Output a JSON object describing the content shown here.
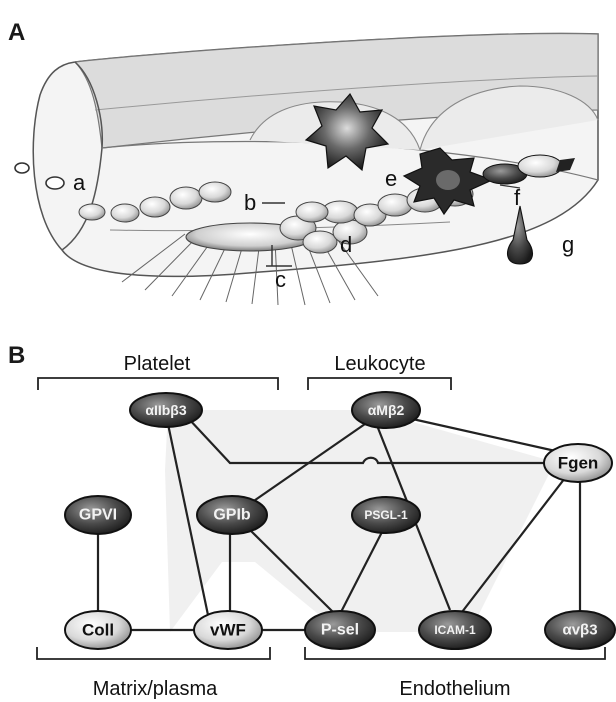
{
  "panel_a": {
    "label": "A",
    "parts": {
      "a": "a",
      "b": "b",
      "c": "c",
      "d": "d",
      "e": "e",
      "f": "f",
      "g": "g"
    }
  },
  "panel_b": {
    "label": "B",
    "groups": {
      "platelet": "Platelet",
      "leukocyte": "Leukocyte",
      "matrix_plasma": "Matrix/plasma",
      "endothelium": "Endothelium"
    },
    "nodes": {
      "aiib": "αIIbβ3",
      "amb2": "αMβ2",
      "fgen": "Fgen",
      "gpvi": "GPVI",
      "gpib": "GPIb",
      "psgl": "PSGL-1",
      "coll": "Coll",
      "vwf": "vWF",
      "psel": "P-sel",
      "icam": "ICAM-1",
      "avb3": "αvβ3"
    }
  }
}
